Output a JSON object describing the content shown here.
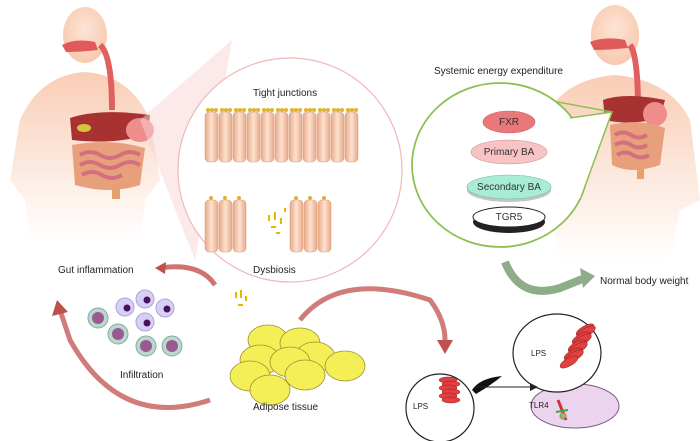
{
  "labels": {
    "tight_junctions": "Tight junctions",
    "dysbiosis": "Dysbiosis",
    "gut_inflammation": "Gut inflammation",
    "infiltration": "Infiltration",
    "adipose_tissue": "Adipose tissue",
    "systemic_energy": "Systemic energy expenditure",
    "normal_body_weight": "Normal body weight"
  },
  "bile_acid_panel": [
    {
      "label": "FXR",
      "color": "#e8787a"
    },
    {
      "label": "Primary BA",
      "color": "#f7c3c3"
    },
    {
      "label": "Secondary BA",
      "color": "#a8ecd4"
    },
    {
      "label": "TGR5",
      "color": "#ffffff"
    }
  ],
  "lps_panel": {
    "lps_small": "LPS",
    "lps_large": "LPS",
    "receptor": "TLR4",
    "receptor_color": "#ecd3ee"
  },
  "colors": {
    "skin": "#fbd9c6",
    "pink_ring": "#f0b8b8",
    "green_ring": "#8cc152",
    "red_arrow": "#c0504d",
    "green_arrow": "#8fac8a",
    "adipocyte": "#f5ef57",
    "lps_red": "#e04040"
  }
}
